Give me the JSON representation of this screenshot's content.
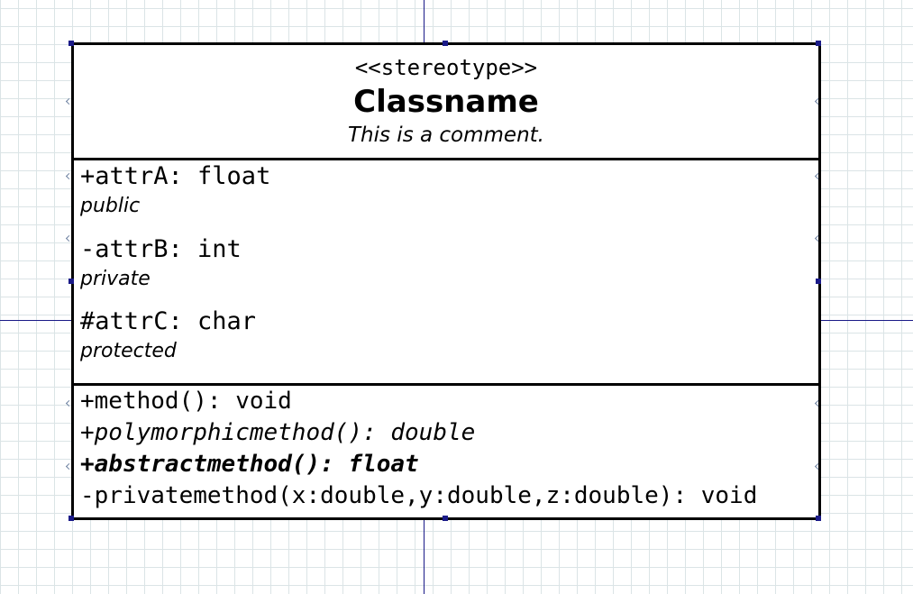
{
  "uml_class": {
    "stereotype": "<<stereotype>>",
    "name": "Classname",
    "comment": "This is a comment.",
    "attributes": [
      {
        "signature": "+attrA: float",
        "comment": "public"
      },
      {
        "signature": "-attrB: int",
        "comment": "private"
      },
      {
        "signature": "#attrC: char",
        "comment": "protected"
      }
    ],
    "operations": [
      {
        "prefix": "+",
        "body": "method(): void"
      },
      {
        "prefix": "+",
        "body": "polymorphicmethod(): double"
      },
      {
        "prefix": "+",
        "body": "abstractmethod(): float"
      },
      {
        "prefix": "-",
        "body": "privatemethod(x:double,y:double,z:double): void"
      }
    ]
  },
  "colors": {
    "grid": "#dbe4e6",
    "guide": "#1a1a88",
    "handle": "#1a1a88",
    "border": "#000000"
  }
}
